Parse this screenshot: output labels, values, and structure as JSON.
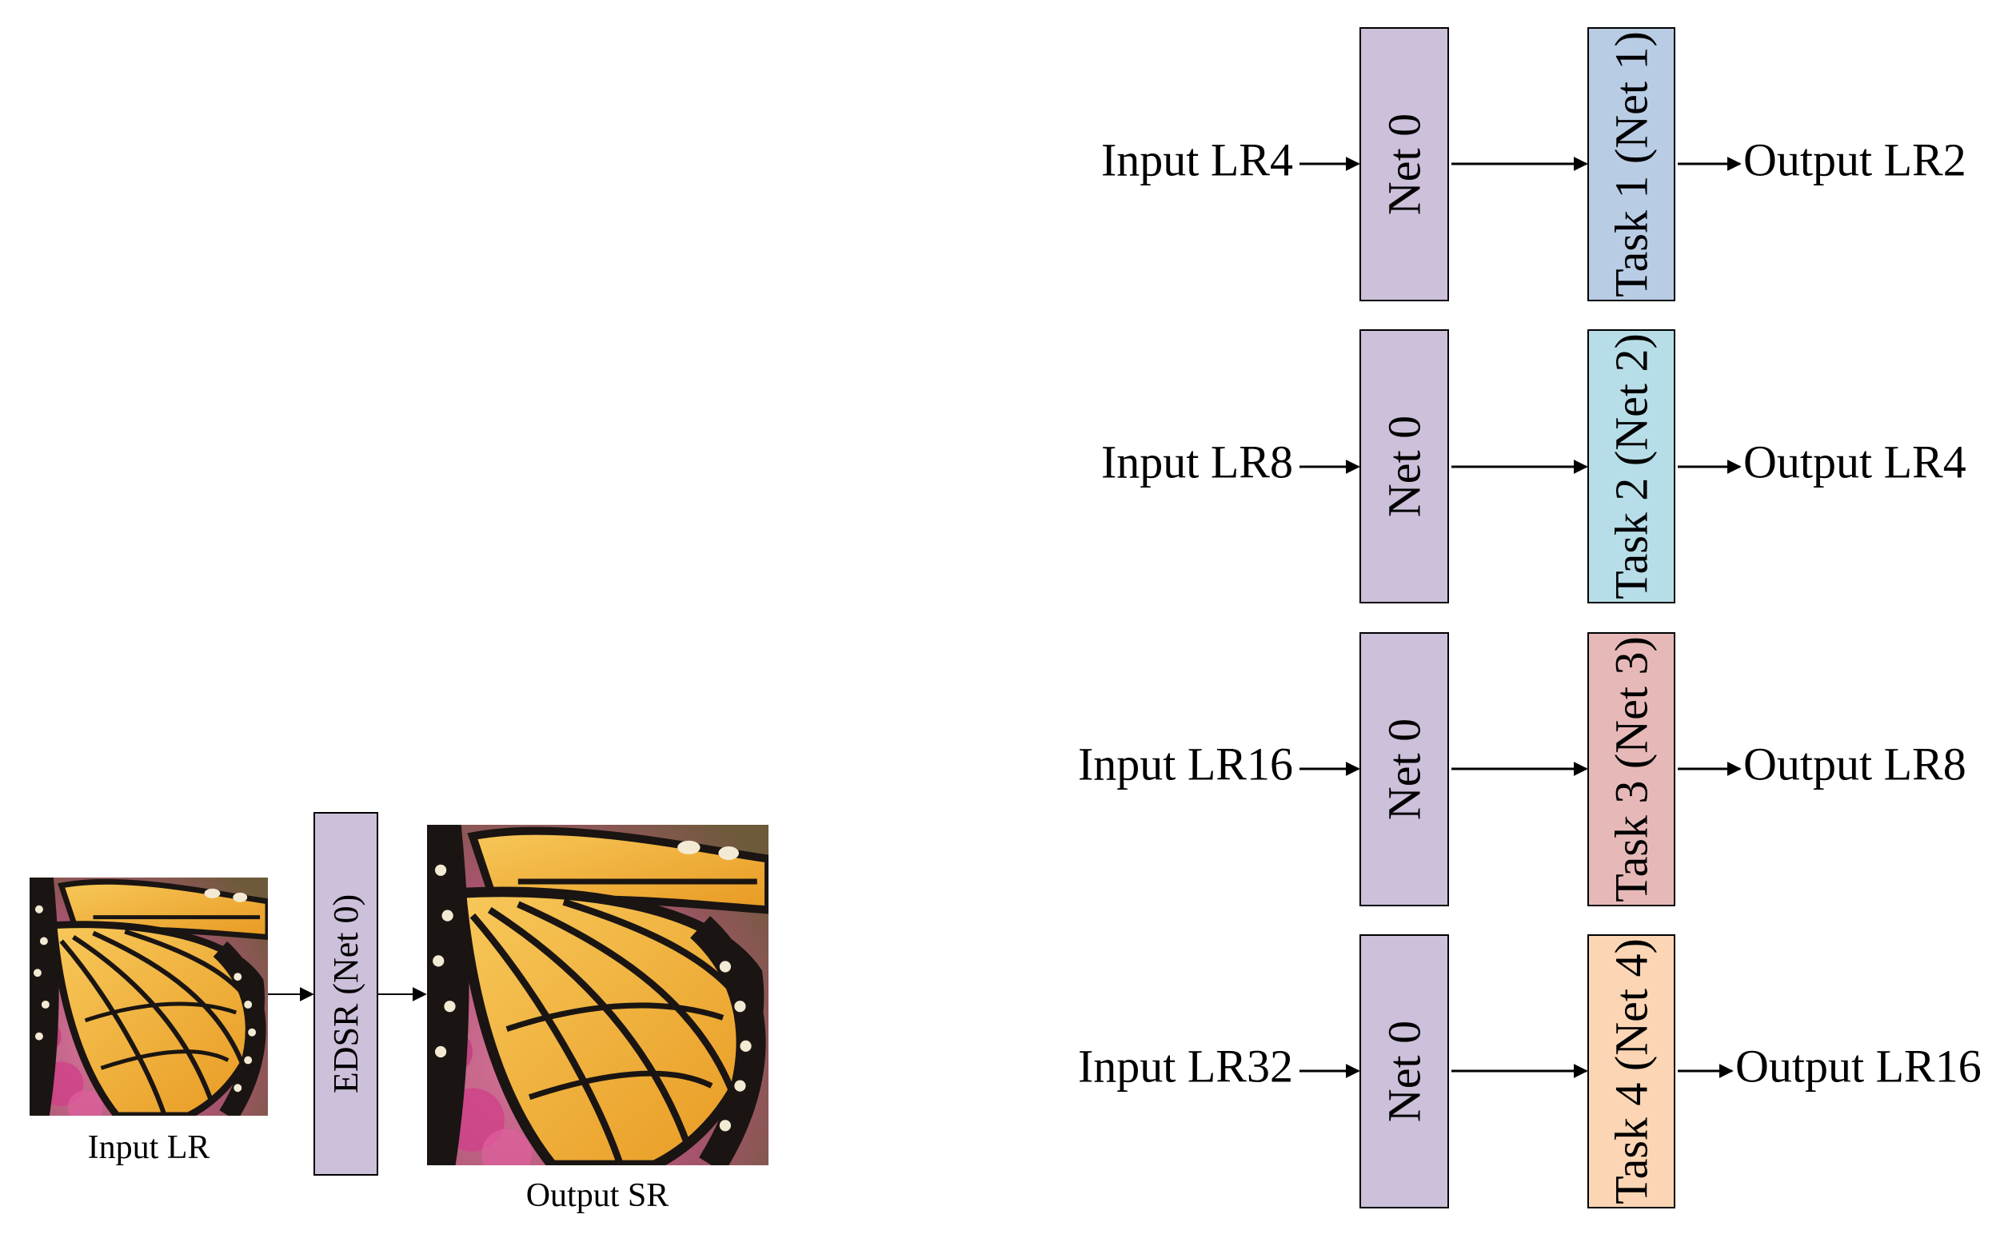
{
  "left_panel": {
    "input_caption": "Input LR",
    "model_label": "EDSR (Net 0)",
    "output_caption": "Output SR"
  },
  "right_panel": {
    "rows": [
      {
        "input": "Input LR4",
        "net": "Net 0",
        "task": "Task 1 (Net 1)",
        "output": "Output LR2",
        "task_color": "#b8cce4"
      },
      {
        "input": "Input LR8",
        "net": "Net 0",
        "task": "Task 2 (Net 2)",
        "output": "Output LR4",
        "task_color": "#b7dde8"
      },
      {
        "input": "Input LR16",
        "net": "Net 0",
        "task": "Task 3 (Net 3)",
        "output": "Output LR8",
        "task_color": "#e6b9b8"
      },
      {
        "input": "Input LR32",
        "net": "Net 0",
        "task": "Task 4 (Net 4)",
        "output": "Output LR16",
        "task_color": "#fcd5b4"
      }
    ]
  },
  "colors": {
    "net_box": "#ccc0da",
    "butterfly_wing": "#f2b53a",
    "butterfly_vein": "#1a1512",
    "flower_background": "#b8557a"
  }
}
